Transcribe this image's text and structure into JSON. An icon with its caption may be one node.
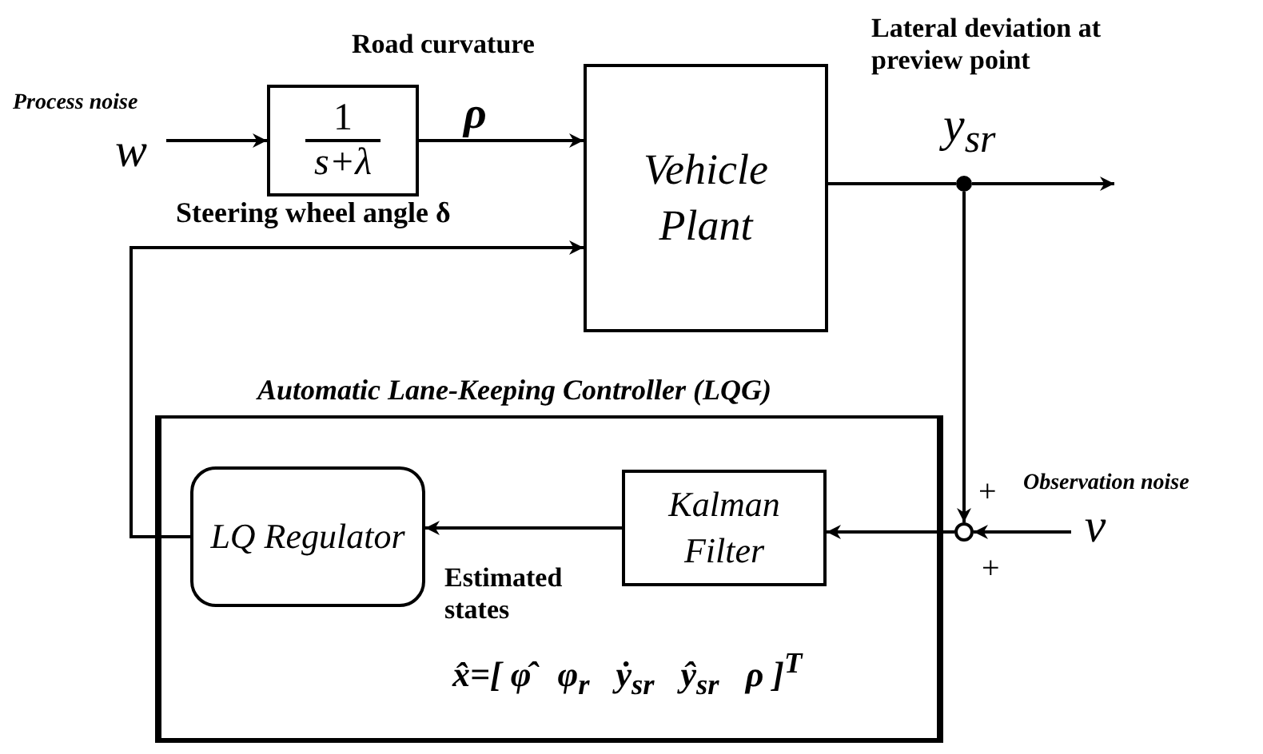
{
  "diagram": {
    "nodes": [
      {
        "text": [
          "w"
        ],
        "beside": [
          "Process noise"
        ]
      },
      {
        "text": [
          "1",
          "s+λ"
        ]
      },
      {
        "text": [
          "Vehicle Plant"
        ]
      },
      {
        "text": [],
        "shape": "circle"
      },
      {
        "text": [
          "Automatic Lane-Keeping Controller (LQG)"
        ]
      },
      {
        "text": [
          "LQ Regulator"
        ],
        "in": 4
      },
      {
        "text": [
          "Kalman Filter"
        ],
        "in": 4
      },
      {
        "text": [],
        "shape": "circle"
      },
      {
        "text": [
          "v"
        ],
        "beside": [
          "Observation noise"
        ]
      }
    ],
    "edges": [
      {
        "from": 0,
        "to": 1,
        "arrow": "to"
      },
      {
        "from": 1,
        "to": 2,
        "arrow": "to",
        "label": "ρ"
      },
      {
        "from": 2,
        "to": 3,
        "arrow": "none"
      },
      {
        "from": 3,
        "to": null,
        "arrow": "to"
      },
      {
        "from": 3,
        "to": 7,
        "arrow": "to"
      },
      {
        "from": 8,
        "to": 7,
        "arrow": "to"
      },
      {
        "from": 7,
        "to": 6,
        "arrow": "to"
      },
      {
        "from": 6,
        "to": 5,
        "arrow": "to"
      },
      {
        "from": 5,
        "to": 2,
        "arrow": "to",
        "label": "Steering wheel angle δ"
      }
    ],
    "labels": [
      "Road curvature",
      "Lateral deviation at preview point",
      "y$_{sr}$",
      "+",
      "+",
      "Estimated states",
      "x̂=[ φ̂   φ$_{r}$   ẏ$_{sr}$   ŷ$_{sr}$   ρ ]$^{T}$"
    ]
  }
}
